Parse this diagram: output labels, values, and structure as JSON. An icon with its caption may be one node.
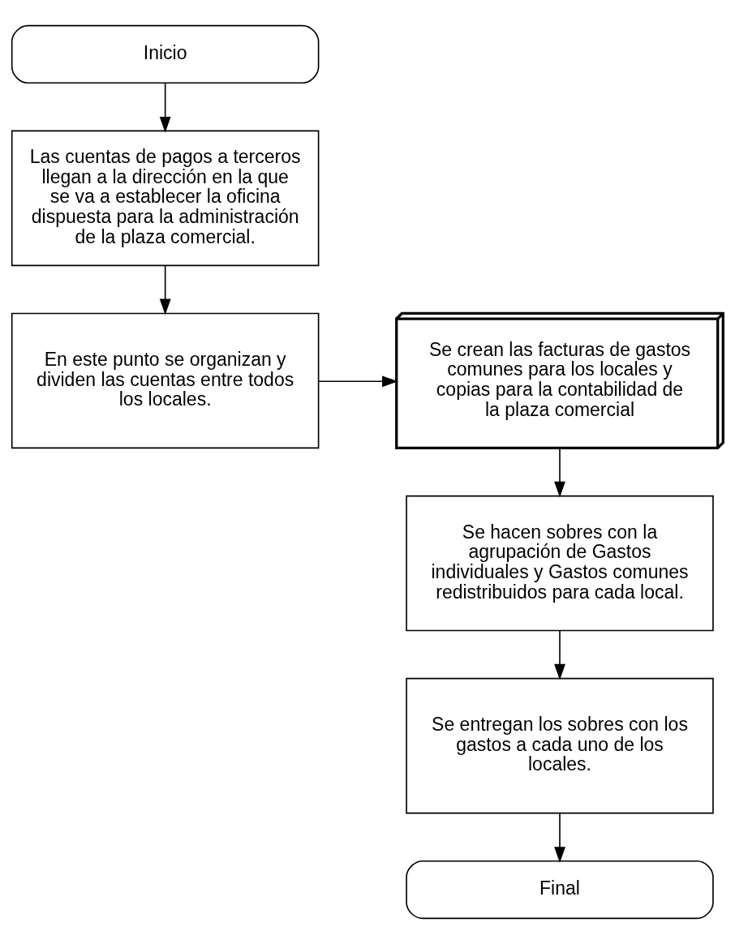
{
  "diagram": {
    "nodes": [
      {
        "text": [
          "Inicio"
        ]
      },
      {
        "text": [
          "Las cuentas de pagos a terceros llegan a la dirección en la que se va a establecer la oficina dispuesta para la administración de la plaza comercial."
        ]
      },
      {
        "text": [
          "En este punto se organizan y dividen las cuentas entre todos los locales."
        ]
      },
      {
        "text": [
          "Se crean las facturas de gastos comunes para los locales y copias para la contabilidad de la plaza comercial"
        ]
      },
      {
        "text": [
          "Se hacen sobres con la agrupación de Gastos individuales y Gastos comunes redistribuidos para cada local."
        ]
      },
      {
        "text": [
          "Se entregan los sobres con los gastos a cada uno de los locales."
        ]
      },
      {
        "text": [
          "Final"
        ]
      }
    ],
    "edges": [
      {
        "from": 0,
        "to": 1,
        "arrow": "to"
      },
      {
        "from": 1,
        "to": 2,
        "arrow": "to"
      },
      {
        "from": 2,
        "to": 3,
        "arrow": "to"
      },
      {
        "from": 3,
        "to": 4,
        "arrow": "to"
      },
      {
        "from": 4,
        "to": 5,
        "arrow": "to"
      },
      {
        "from": 5,
        "to": 6,
        "arrow": "to"
      }
    ]
  }
}
